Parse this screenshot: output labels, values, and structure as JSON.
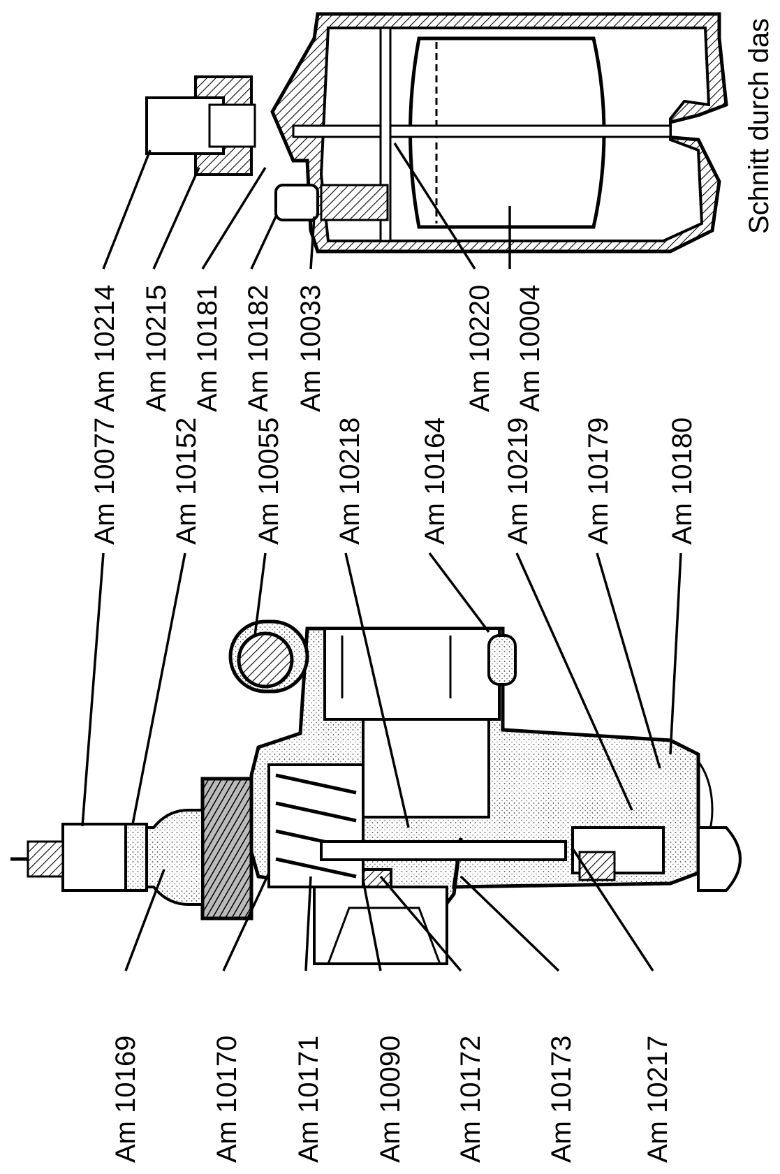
{
  "caption": "Schnitt durch das",
  "labels": {
    "l10077": "Am 10077",
    "l10152": "Am 10152",
    "l10055": "Am 10055",
    "l10218": "Am 10218",
    "l10164": "Am 10164",
    "l10219": "Am 10219",
    "l10179": "Am 10179",
    "l10180": "Am 10180",
    "l10214": "Am 10214",
    "l10215": "Am 10215",
    "l10181": "Am 10181",
    "l10182": "Am 10182",
    "l10033": "Am 10033",
    "l10220": "Am 10220",
    "l10004": "Am 10004",
    "l10169": "Am 10169",
    "l10170": "Am 10170",
    "l10171": "Am 10171",
    "l10090": "Am 10090",
    "l10172": "Am 10172",
    "l10173": "Am 10173",
    "l10217": "Am 10217"
  }
}
